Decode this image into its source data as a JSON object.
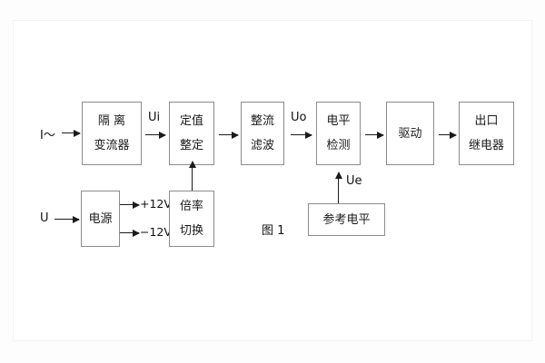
{
  "figure": {
    "caption": "图 1",
    "background_color": "#fdfdfd",
    "box_border_color": "#8c8c8c",
    "line_color": "#1a1a1a"
  },
  "blocks": [
    {
      "id": "isolation-ct",
      "line1": "隔 离",
      "line2": "变流器"
    },
    {
      "id": "setting-value",
      "line1": "定值",
      "line2": "整定"
    },
    {
      "id": "rectify-filter",
      "line1": "整流",
      "line2": "滤波"
    },
    {
      "id": "level-detect",
      "line1": "电平",
      "line2": "检测"
    },
    {
      "id": "drive",
      "line1": "驱动",
      "line2": ""
    },
    {
      "id": "output-relay",
      "line1": "出口",
      "line2": "继电器"
    },
    {
      "id": "power-supply",
      "line1": "电源",
      "line2": ""
    },
    {
      "id": "ratio-switch",
      "line1": "倍率",
      "line2": "切换"
    },
    {
      "id": "reference-level",
      "line1": "参考电平",
      "line2": ""
    }
  ],
  "signals": {
    "current_input": "I～",
    "voltage_input": "U",
    "ui": "Ui",
    "uo": "Uo",
    "ue": "Ue",
    "plus12v": "+12V",
    "minus12v": "−12V"
  }
}
